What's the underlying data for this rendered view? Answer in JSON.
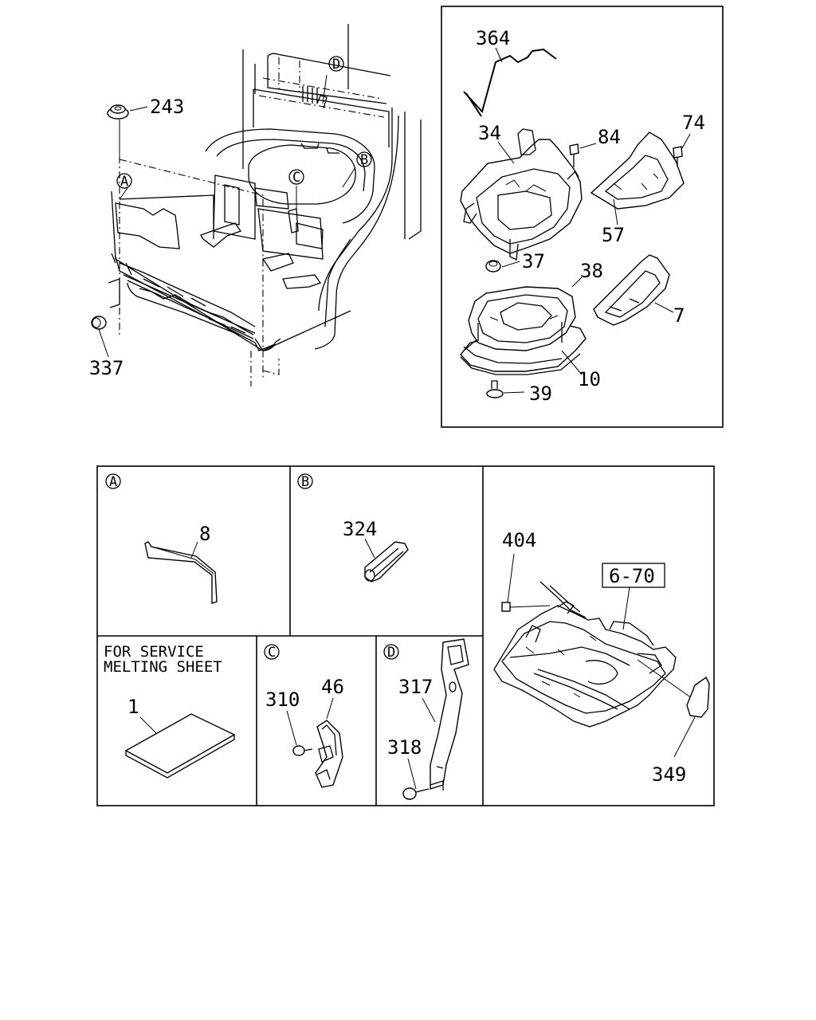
{
  "overview": {
    "callouts": {
      "c243": "243",
      "c337": "337"
    },
    "detail_markers": {
      "A": "A",
      "B": "B",
      "C": "C",
      "D": "D"
    }
  },
  "exploded_view": {
    "callouts": {
      "c364": "364",
      "c34": "34",
      "c84": "84",
      "c74": "74",
      "c57": "57",
      "c37": "37",
      "c38": "38",
      "c7": "7",
      "c10": "10",
      "c39": "39"
    }
  },
  "detail_panels": {
    "A": {
      "marker": "A",
      "callout": "8"
    },
    "B": {
      "marker": "B",
      "callout": "324"
    },
    "floor": {
      "callout_404": "404",
      "ref_box": "6-70",
      "callout_349": "349"
    },
    "service": {
      "note_line1": "FOR SERVICE",
      "note_line2": "MELTING SHEET",
      "callout": "1"
    },
    "C": {
      "marker": "C",
      "callout_310": "310",
      "callout_46": "46"
    },
    "D": {
      "marker": "D",
      "callout_317": "317",
      "callout_318": "318"
    }
  }
}
